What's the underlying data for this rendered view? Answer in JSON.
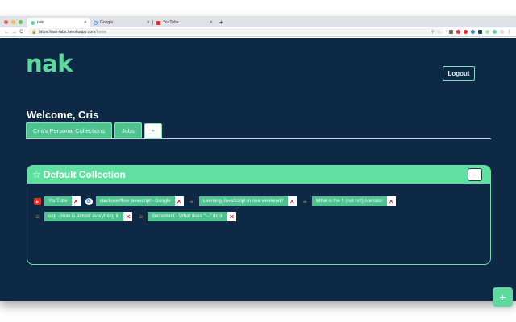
{
  "browser": {
    "tabs": [
      {
        "title": "nak",
        "favicon": "nak-favicon",
        "active": true
      },
      {
        "title": "Google",
        "favicon": "google-favicon",
        "active": false
      },
      {
        "title": "YouTube",
        "favicon": "youtube-favicon",
        "active": false
      }
    ],
    "new_tab": "+",
    "url_host": "https://nak-tabs.herokuapp.com",
    "url_path": "/home",
    "nav": {
      "back": "←",
      "forward": "→",
      "reload": "C"
    }
  },
  "app": {
    "logo": "nak",
    "logout_label": "Logout",
    "welcome": "Welcome, Cris",
    "collection_tabs": [
      {
        "label": "Cris's Personal Collections"
      },
      {
        "label": "Jobs"
      },
      {
        "label": "+"
      }
    ],
    "collection": {
      "star": "☆",
      "title": "Default Collection",
      "more_label": "...",
      "links": [
        {
          "icon": "youtube-icon",
          "label": "YouTube",
          "remove": "✕"
        },
        {
          "icon": "google-icon",
          "label": "stackoverflow javascript - Google",
          "remove": "✕"
        },
        {
          "icon": "stackoverflow-icon",
          "label": "Learning JavaScript in one weekend?",
          "remove": "✕"
        },
        {
          "icon": "stackoverflow-icon",
          "label": "What is the !! (not not) operator",
          "remove": "✕"
        },
        {
          "icon": "stackoverflow-icon",
          "label": "oop - How is almost everything in",
          "remove": "✕"
        },
        {
          "icon": "stackoverflow-icon",
          "label": "decrement - What does \"!--\" do in",
          "remove": "✕"
        }
      ]
    },
    "fab_label": "+"
  },
  "colors": {
    "background": "#0e2946",
    "accent": "#5fd89e",
    "tab_green": "#4ec38f",
    "remove_red": "#c0152b"
  }
}
